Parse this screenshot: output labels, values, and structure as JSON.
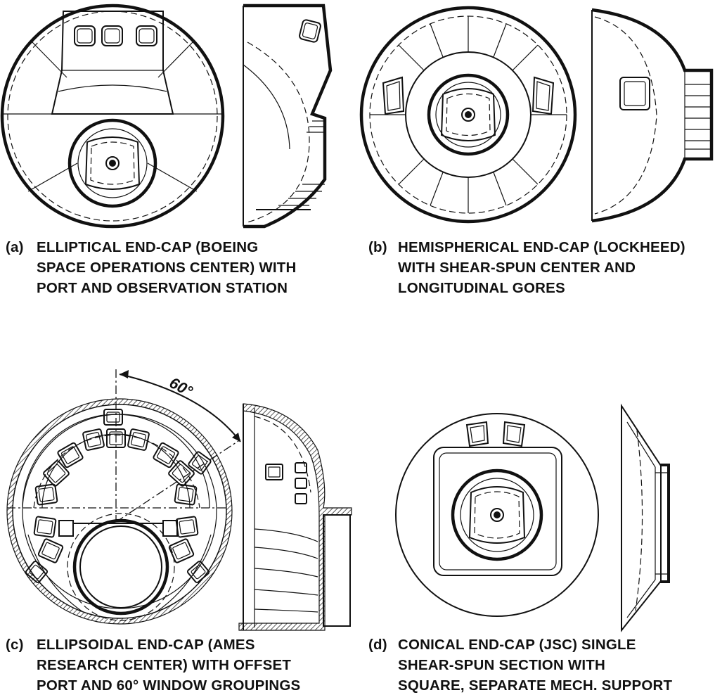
{
  "panels": [
    {
      "id": "a",
      "label": "(a)",
      "lines": [
        "ELLIPTICAL END-CAP (BOEING",
        "SPACE OPERATIONS CENTER) WITH",
        "PORT AND OBSERVATION STATION"
      ]
    },
    {
      "id": "b",
      "label": "(b)",
      "lines": [
        "HEMISPHERICAL END-CAP (LOCKHEED)",
        "WITH SHEAR-SPUN CENTER AND",
        "LONGITUDINAL GORES"
      ]
    },
    {
      "id": "c",
      "label": "(c)",
      "lines": [
        "ELLIPSOIDAL END-CAP (AMES",
        "RESEARCH CENTER) WITH OFFSET",
        "PORT AND 60° WINDOW GROUPINGS"
      ]
    },
    {
      "id": "d",
      "label": "(d)",
      "lines": [
        "CONICAL END-CAP (JSC) SINGLE",
        "SHEAR-SPUN SECTION WITH",
        "SQUARE, SEPARATE MECH. SUPPORT"
      ]
    }
  ],
  "annotations": {
    "angle": "60°"
  }
}
